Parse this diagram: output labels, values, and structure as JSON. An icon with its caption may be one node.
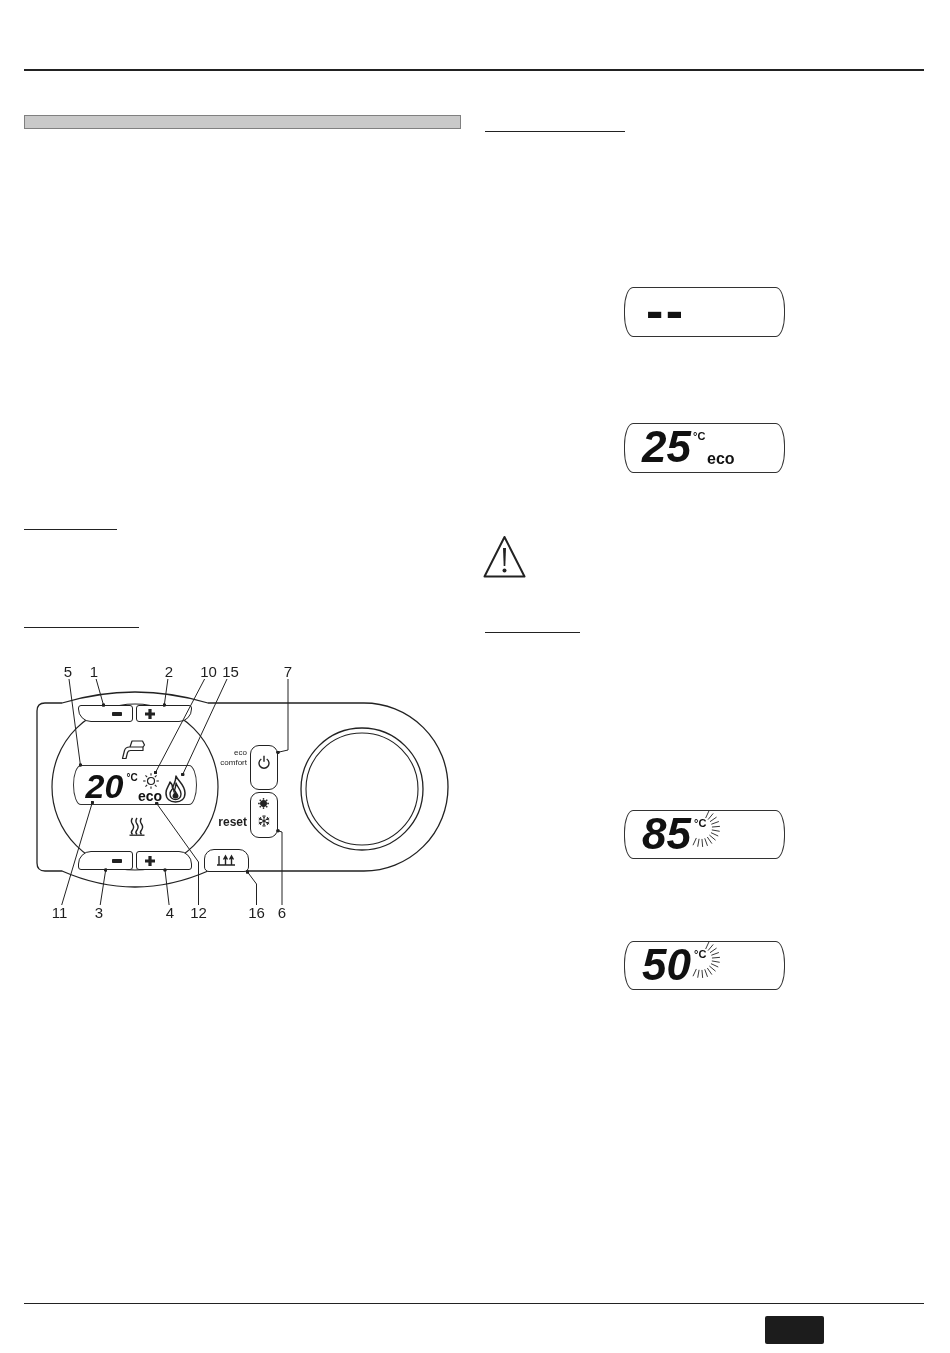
{
  "diagram": {
    "nodes": [
      {
        "text": [],
        "shape": "bar"
      },
      {
        "text": [
          "5"
        ]
      },
      {
        "text": [
          "1"
        ]
      },
      {
        "text": [
          "2"
        ]
      },
      {
        "text": [
          "10"
        ]
      },
      {
        "text": [
          "15"
        ]
      },
      {
        "text": [
          "7"
        ]
      },
      {
        "text": [],
        "shape": "box"
      },
      {
        "text": [],
        "shape": "box"
      },
      {
        "text": [],
        "shape": "box",
        "beside": [
          "eco comfort"
        ]
      },
      {
        "text": [],
        "shape": "box"
      },
      {
        "text": [
          "20",
          "°C"
        ],
        "in": 10
      },
      {
        "text": [],
        "shape": "picture",
        "in": 10
      },
      {
        "text": [],
        "shape": "picture",
        "in": 10
      },
      {
        "text": [
          "eco"
        ],
        "in": 10
      },
      {
        "text": [],
        "shape": "box",
        "beside": [
          "reset"
        ]
      },
      {
        "text": [],
        "shape": "box"
      },
      {
        "text": [],
        "shape": "box"
      },
      {
        "text": [],
        "shape": "box"
      },
      {
        "text": [
          "11"
        ]
      },
      {
        "text": [
          "3"
        ]
      },
      {
        "text": [
          "4"
        ]
      },
      {
        "text": [
          "12"
        ]
      },
      {
        "text": [
          "16"
        ]
      },
      {
        "text": [
          "6"
        ]
      },
      {
        "text": [
          "- -"
        ]
      },
      {
        "text": [
          "25",
          "°C",
          "eco"
        ]
      },
      {
        "text": [
          "85",
          "°C"
        ]
      },
      {
        "text": [
          "50",
          "°C"
        ]
      },
      {
        "text": [],
        "shape": "box"
      }
    ],
    "edges": [
      {
        "from": 1,
        "to": 10,
        "arrow": "other"
      },
      {
        "from": 2,
        "to": 7,
        "arrow": "other"
      },
      {
        "from": 3,
        "to": 8,
        "arrow": "other"
      },
      {
        "from": 4,
        "to": 12,
        "arrow": "other"
      },
      {
        "from": 5,
        "to": 13,
        "arrow": "other"
      },
      {
        "from": 6,
        "to": 9,
        "arrow": "other"
      },
      {
        "from": 19,
        "to": 11,
        "arrow": "other"
      },
      {
        "from": 20,
        "to": 16,
        "arrow": "other"
      },
      {
        "from": 21,
        "to": 17,
        "arrow": "other"
      },
      {
        "from": 22,
        "to": 14,
        "arrow": "other"
      },
      {
        "from": 23,
        "to": 18,
        "arrow": "other"
      },
      {
        "from": 24,
        "to": 15,
        "arrow": "other"
      }
    ]
  }
}
